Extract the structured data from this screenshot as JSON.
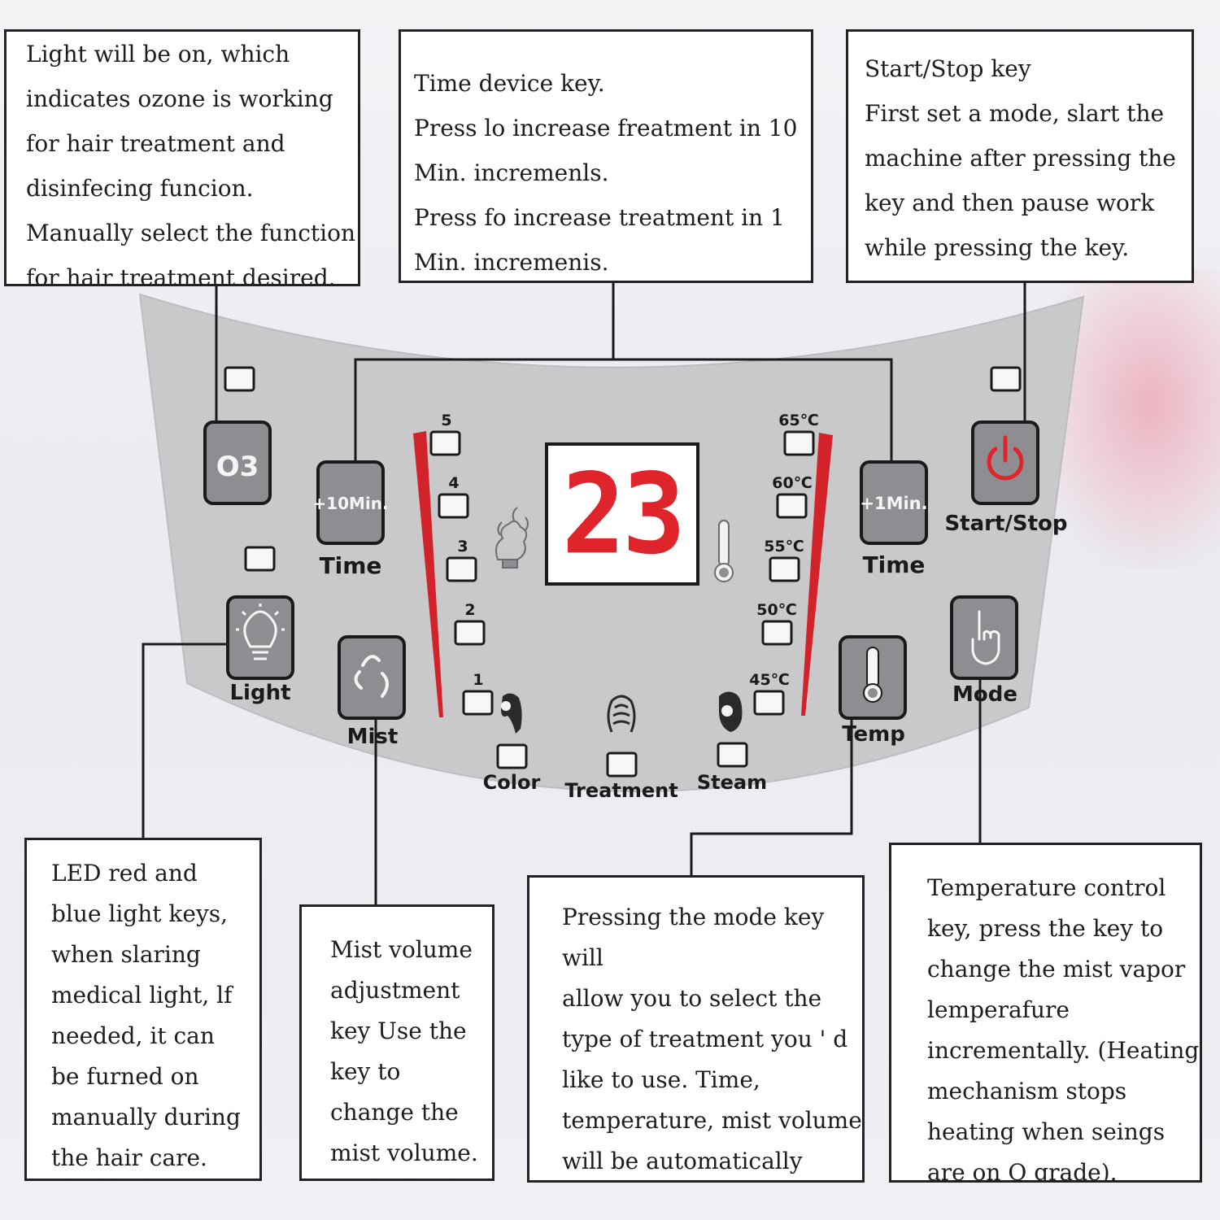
{
  "notes": {
    "ozone": "Light will be on, which\nindicates ozone is working\nfor hair treatment and\ndisinfecing funcion.\nManually select the function\nfor hair treatment desired.",
    "time": "Time device key.\nPress lo increase freatment in 10\nMin. incremenls.\nPress fo increase treatment in 1\nMin. incremenis.",
    "start_stop": "Start/Stop key\nFirst set a mode, slart the\nmachine after pressing the\nkey and then pause work\nwhile pressing the key.",
    "light": "LED red and\nblue light keys,\nwhen slaring\nmedical light, lf\nneeded, it can\nbe furned on\nmanually during\nthe hair care.",
    "mist": "Mist volume\nadjustment\nkey Use the\nkey to\nchange the\nmist volume.",
    "mode": "Pressing the mode key will\nallow you to select the\ntype of treatment you ' d\nlike to use. Time,\ntemperature, mist volume\nwill be automatically\ndisplayed once chosen.",
    "temp": "Temperature control\nkey, press the key to\nchange the mist vapor\nlemperafure\nincrementally. (Heating\nmechanism stops\nheating when seings\nare on O grade)."
  },
  "panel": {
    "display_value": "23",
    "keys": {
      "o3": "O3",
      "time_10": "+10Min.",
      "time_10_label": "Time",
      "time_1": "+1Min.",
      "time_1_label": "Time",
      "start_stop_label": "Start/Stop",
      "light_label": "Light",
      "mist_label": "Mist",
      "temp_label": "Temp",
      "mode_label": "Mode"
    },
    "mist_levels": [
      "5",
      "4",
      "3",
      "2",
      "1"
    ],
    "temp_levels": [
      "65℃",
      "60℃",
      "55℃",
      "50℃",
      "45℃"
    ],
    "modes": [
      "Color",
      "Treatment",
      "Steam"
    ]
  },
  "colors": {
    "accent_red": "#e0242b",
    "panel_grey": "#c9c9cc",
    "key_grey": "#8e8e92"
  },
  "icons": [
    "ozone-icon",
    "bulb-icon",
    "mist-icon",
    "power-icon",
    "thermometer-icon",
    "hand-pointer-icon",
    "head-color-icon",
    "head-treatment-icon",
    "head-steam-icon",
    "steam-head-icon"
  ]
}
